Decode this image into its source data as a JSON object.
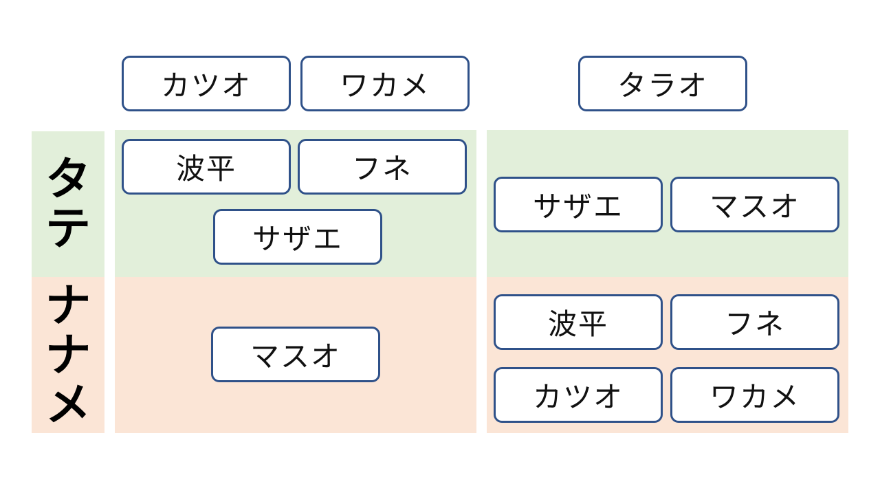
{
  "header": {
    "col1": [
      "カツオ",
      "ワカメ"
    ],
    "col2": [
      "タラオ"
    ]
  },
  "rows": [
    {
      "label": [
        "タ",
        "テ"
      ],
      "col1": [
        "波平",
        "フネ",
        "サザエ"
      ],
      "col2": [
        "サザエ",
        "マスオ"
      ]
    },
    {
      "label": [
        "ナ",
        "ナ",
        "メ"
      ],
      "col1": [
        "マスオ"
      ],
      "col2": [
        "波平",
        "フネ",
        "カツオ",
        "ワカメ"
      ]
    }
  ],
  "colors": {
    "tate_background": "#e2efda",
    "naname_background": "#fbe5d6",
    "box_border": "#2f5189"
  }
}
